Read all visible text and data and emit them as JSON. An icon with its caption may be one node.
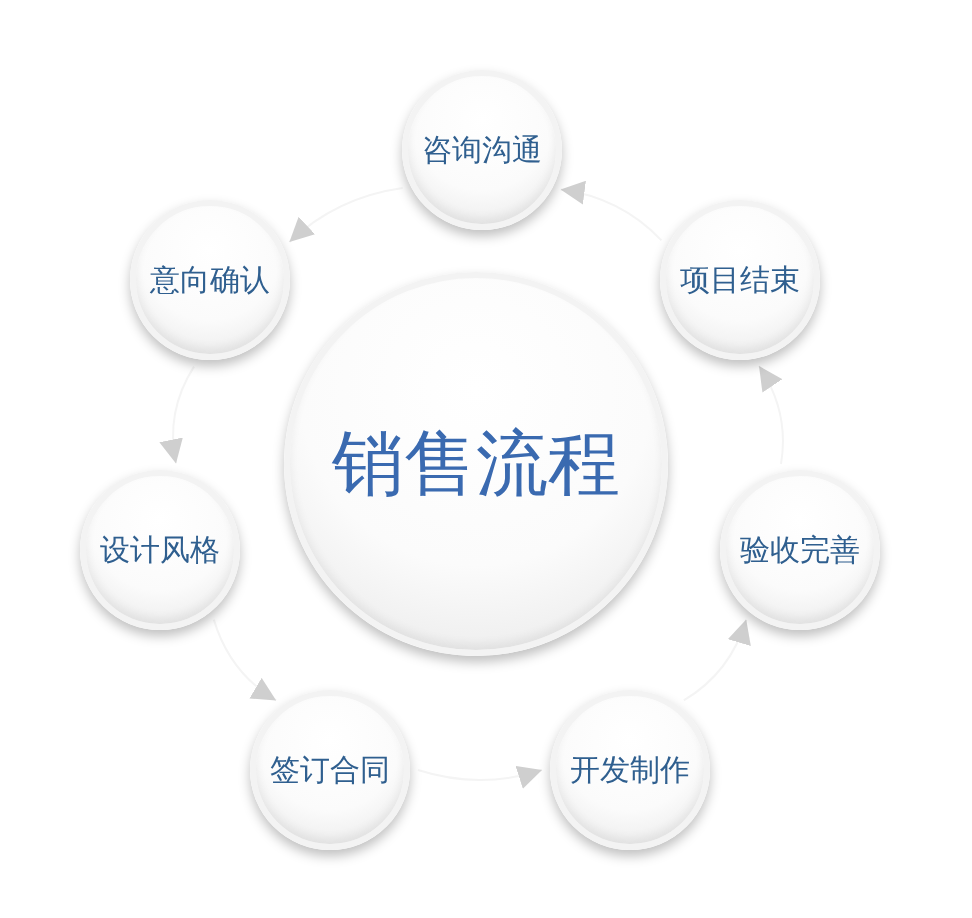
{
  "diagram": {
    "nodes": [
      {
        "text": [
          "销售流程"
        ]
      },
      {
        "text": [
          "咨询沟通"
        ]
      },
      {
        "text": [
          "意向确认"
        ]
      },
      {
        "text": [
          "设计风格"
        ]
      },
      {
        "text": [
          "签订合同"
        ]
      },
      {
        "text": [
          "开发制作"
        ]
      },
      {
        "text": [
          "验收完善"
        ]
      },
      {
        "text": [
          "项目结束"
        ]
      }
    ],
    "edges": [
      {
        "from": 1,
        "to": 2,
        "arrow": "to"
      },
      {
        "from": 2,
        "to": 3,
        "arrow": "to"
      },
      {
        "from": 3,
        "to": 4,
        "arrow": "to"
      },
      {
        "from": 4,
        "to": 5,
        "arrow": "to"
      },
      {
        "from": 5,
        "to": 6,
        "arrow": "to"
      },
      {
        "from": 6,
        "to": 7,
        "arrow": "to"
      },
      {
        "from": 7,
        "to": 1,
        "arrow": "to"
      }
    ]
  }
}
